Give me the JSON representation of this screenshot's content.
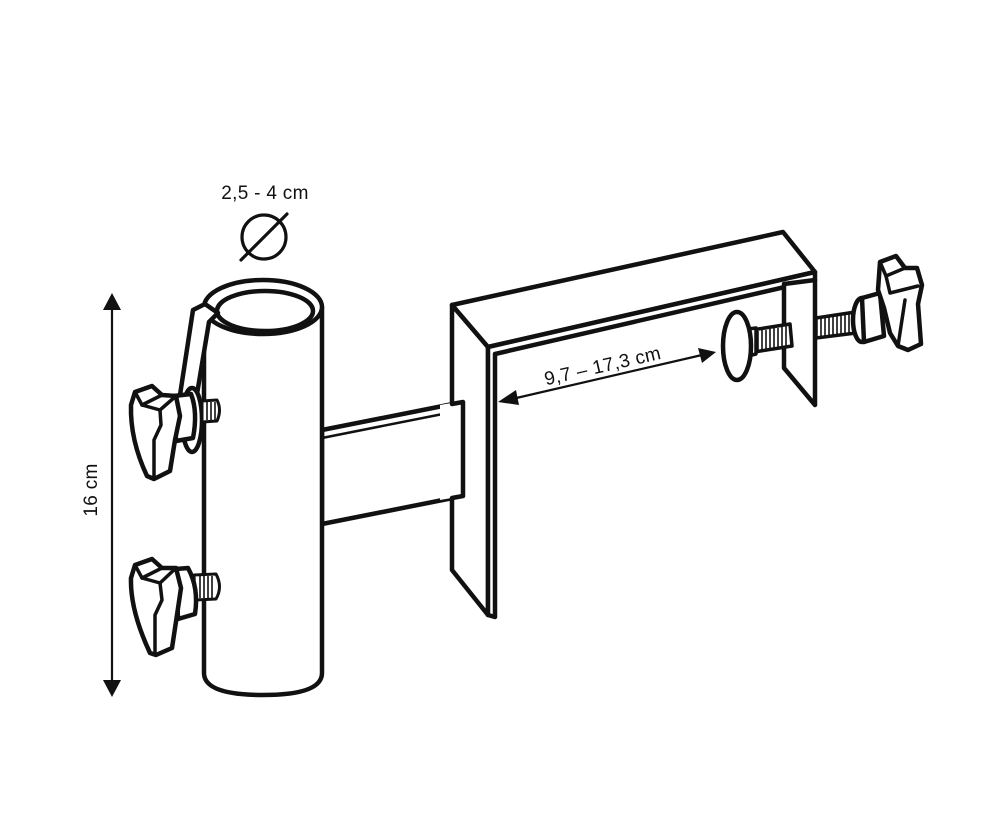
{
  "diagram": {
    "subject": "Balcony parasol holder clamp",
    "labels": {
      "pole_diameter": "2,5 - 4 cm",
      "clamp_range": "9,7 – 17,3 cm",
      "height": "16 cm"
    },
    "symbols": {
      "diameter": "diameter-symbol"
    },
    "colors": {
      "line": "#111111",
      "background": "#ffffff"
    }
  }
}
